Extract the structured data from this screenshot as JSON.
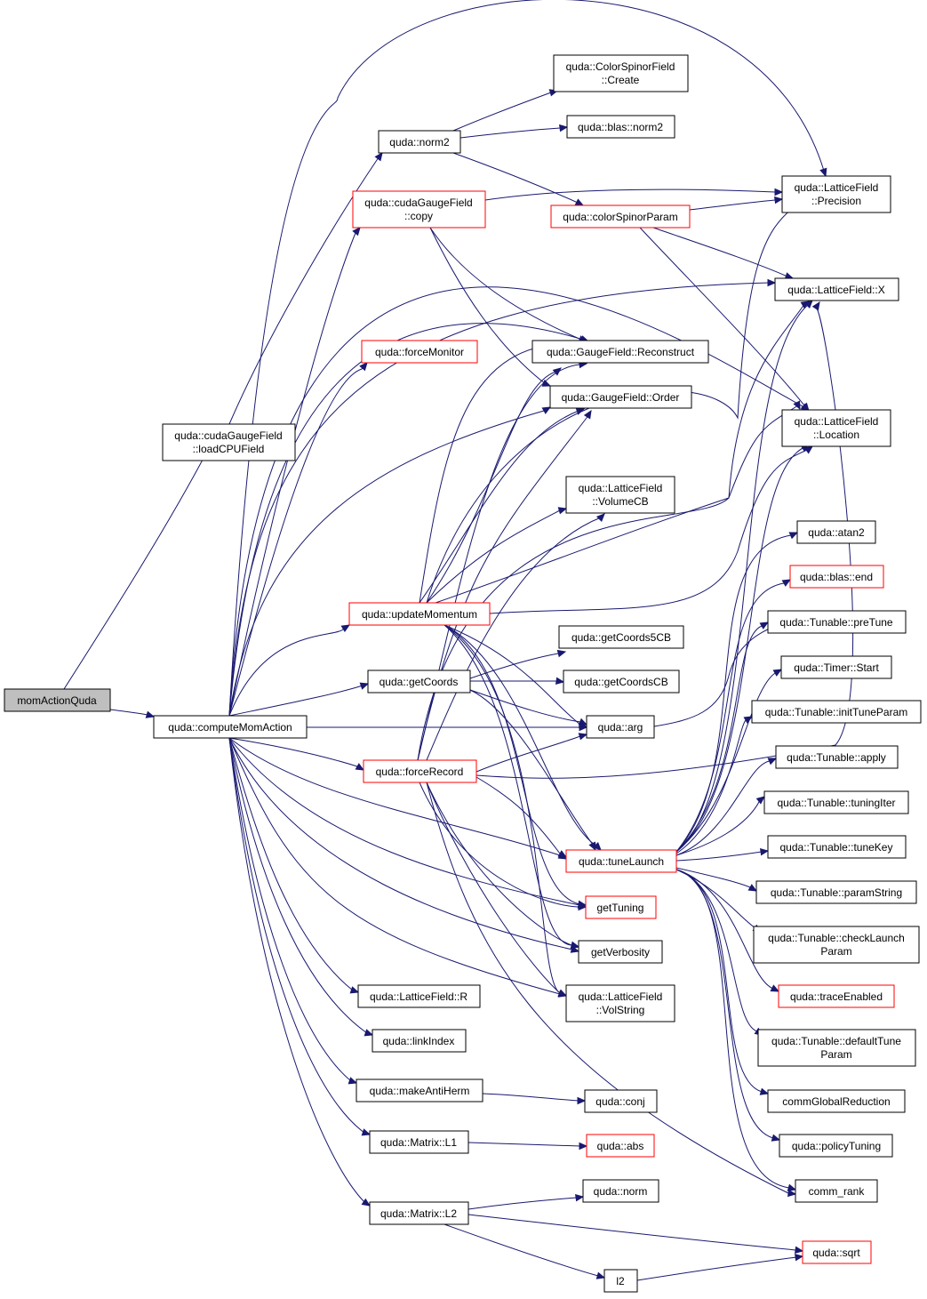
{
  "diagram": {
    "nodes": {
      "momActionQuda": "momActionQuda",
      "computeMomAction": "quda::computeMomAction",
      "loadCPUField_1": "quda::cudaGaugeField",
      "loadCPUField_2": "::loadCPUField",
      "norm2": "quda::norm2",
      "csf_create_1": "quda::ColorSpinorField",
      "csf_create_2": "::Create",
      "blas_norm2": "quda::blas::norm2",
      "cgf_copy_1": "quda::cudaGaugeField",
      "cgf_copy_2": "::copy",
      "colorSpinorParam": "quda::colorSpinorParam",
      "lf_precision_1": "quda::LatticeField",
      "lf_precision_2": "::Precision",
      "lf_x": "quda::LatticeField::X",
      "forceMonitor": "quda::forceMonitor",
      "gf_reconstruct": "quda::GaugeField::Reconstruct",
      "gf_order": "quda::GaugeField::Order",
      "lf_location_1": "quda::LatticeField",
      "lf_location_2": "::Location",
      "lf_volumecb_1": "quda::LatticeField",
      "lf_volumecb_2": "::VolumeCB",
      "atan2": "quda::atan2",
      "blas_end": "quda::blas::end",
      "updateMomentum": "quda::updateMomentum",
      "preTune": "quda::Tunable::preTune",
      "getCoords5CB": "quda::getCoords5CB",
      "timer_start": "quda::Timer::Start",
      "getCoords": "quda::getCoords",
      "getCoordsCB": "quda::getCoordsCB",
      "initTuneParam": "quda::Tunable::initTuneParam",
      "arg": "quda::arg",
      "apply": "quda::Tunable::apply",
      "forceRecord": "quda::forceRecord",
      "tuningIter": "quda::Tunable::tuningIter",
      "tuneLaunch": "quda::tuneLaunch",
      "tuneKey": "quda::Tunable::tuneKey",
      "paramString": "quda::Tunable::paramString",
      "getTuning": "getTuning",
      "checkLaunch_1": "quda::Tunable::checkLaunch",
      "checkLaunch_2": "Param",
      "getVerbosity": "getVerbosity",
      "traceEnabled": "quda::traceEnabled",
      "lf_r": "quda::LatticeField::R",
      "lf_volstring_1": "quda::LatticeField",
      "lf_volstring_2": "::VolString",
      "defaultTune_1": "quda::Tunable::defaultTune",
      "defaultTune_2": "Param",
      "linkIndex": "quda::linkIndex",
      "commGlobalReduction": "commGlobalReduction",
      "makeAntiHerm": "quda::makeAntiHerm",
      "conj": "quda::conj",
      "policyTuning": "quda::policyTuning",
      "matrixL1": "quda::Matrix::L1",
      "abs": "quda::abs",
      "comm_rank": "comm_rank",
      "norm": "quda::norm",
      "matrixL2": "quda::Matrix::L2",
      "sqrt": "quda::sqrt",
      "l2": "l2"
    },
    "colors": {
      "edge": "#191970",
      "node_border": "#000000",
      "truncated_border": "#ff0000",
      "root_fill": "#bfbfbf"
    }
  }
}
